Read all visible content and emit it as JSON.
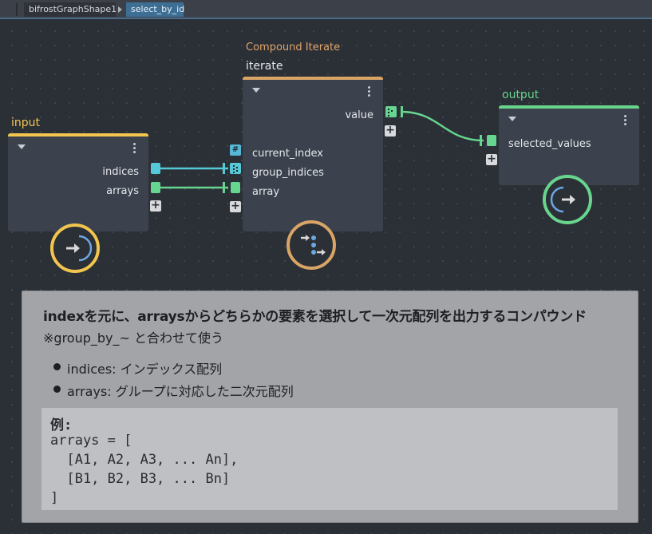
{
  "breadcrumb": {
    "items": [
      "bifrostGraphShape1",
      "select_by_id"
    ]
  },
  "nodes": {
    "input": {
      "title": "input",
      "color": "#f2c64e",
      "ports": {
        "indices": "indices",
        "arrays": "arrays"
      }
    },
    "iterate": {
      "subtitle": "Compound Iterate",
      "title": "iterate",
      "color": "#d8a566",
      "ports": {
        "value": "value",
        "current_index": "current_index",
        "group_indices": "group_indices",
        "array": "array"
      }
    },
    "output": {
      "title": "output",
      "color": "#67d58c",
      "ports": {
        "selected_values": "selected_values"
      }
    }
  },
  "comment": {
    "title": "indexを元に、arraysからどちらかの要素を選択して一次元配列を出力するコンパウンド",
    "subtitle": "※group_by_~ と合わせて使う",
    "bullets": [
      "indices: インデックス配列",
      "arrays: グループに対応した二次元配列"
    ],
    "code_lines": [
      "例:",
      "arrays = [",
      "  [A1, A2, A3, ... An],",
      "  [B1, B2, B3, ... Bn]",
      "]"
    ]
  },
  "colors": {
    "background": "#2b2f36",
    "node_body": "#3b424d",
    "wire_cyan": "#56c9d8",
    "wire_green": "#66d58f",
    "breadcrumb_active": "#3d6f95"
  }
}
